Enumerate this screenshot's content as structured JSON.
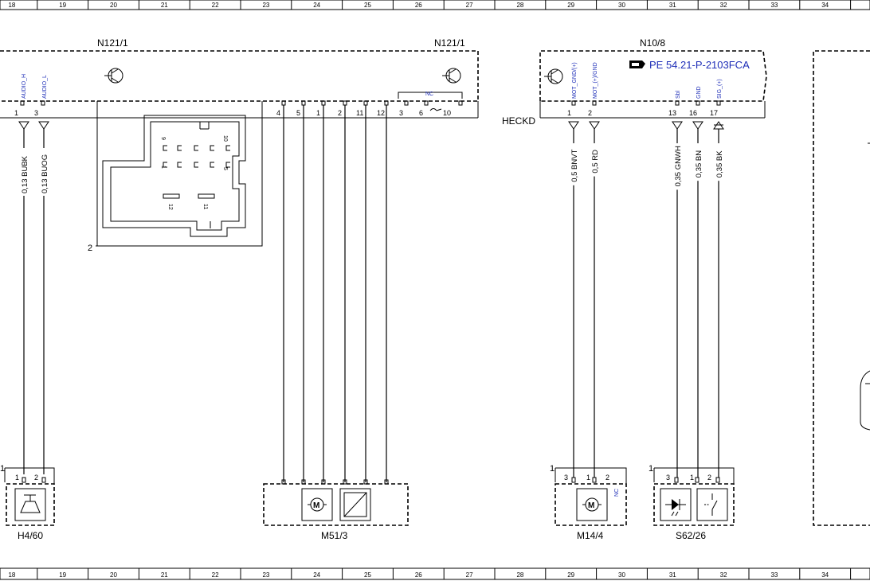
{
  "grid": {
    "columns": [
      "18",
      "19",
      "20",
      "21",
      "22",
      "23",
      "24",
      "25",
      "26",
      "27",
      "28",
      "29",
      "30",
      "31",
      "32",
      "33",
      "34"
    ]
  },
  "modules": {
    "n121_left": "N121/1",
    "n121_right": "N121/1",
    "n10_8": "N10/8",
    "reference": "PE 54.21-P-2103FCA",
    "heckd": "HECKD"
  },
  "n121_left_pins": [
    {
      "signal": "AUDIO_H",
      "num": "1",
      "wire": "0,13 BUBK"
    },
    {
      "signal": "AUDIO_L",
      "num": "3",
      "wire": "0,13 BUOG"
    }
  ],
  "n121_right_pins": [
    "4",
    "5",
    "1",
    "2",
    "11",
    "12",
    "3",
    "6",
    "10"
  ],
  "nc_label": "NC",
  "connector_view": {
    "pins": [
      "9",
      "10",
      "1",
      "5",
      "12",
      "11"
    ],
    "label_2": "2"
  },
  "n10_8_pins": [
    {
      "signal": "MOT_GND/(+)",
      "num": "1",
      "wire": "0,5 BNVT"
    },
    {
      "signal": "MOT_(+)/GND",
      "num": "2",
      "wire": "0,5 RD"
    },
    {
      "signal": "Sbl",
      "num": "13",
      "wire": "0,35 GNWH"
    },
    {
      "signal": "GND",
      "num": "16",
      "wire": "0,35 BN"
    },
    {
      "signal": "SIG_(+)",
      "num": "17",
      "wire": "0,35 BK"
    }
  ],
  "components": {
    "h4_60": {
      "label": "H4/60",
      "pin_group": "1",
      "pins": [
        "1",
        "2"
      ]
    },
    "m51_3": {
      "label": "M51/3"
    },
    "m14_4": {
      "label": "M14/4",
      "pin_group": "1",
      "pins": [
        "3",
        "1",
        "2"
      ],
      "nc": "NC"
    },
    "s62_26": {
      "label": "S62/26",
      "pin_group": "1",
      "pins": [
        "3",
        "1",
        "2"
      ]
    }
  },
  "motor_symbol": "M"
}
